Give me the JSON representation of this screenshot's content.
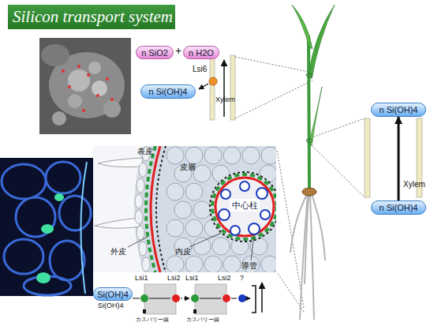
{
  "diagram": {
    "title": "Silicon transport system",
    "nodes": [
      {
        "text": [
          "n SiO2"
        ]
      },
      {
        "text": [
          "n H2O"
        ]
      },
      {
        "text": [
          "n Si(OH)4"
        ]
      },
      {
        "text": [
          "n Si(OH)4"
        ]
      },
      {
        "text": [
          "中心柱"
        ]
      },
      {
        "text": [
          "n Si(OH)4"
        ]
      },
      {
        "text": [
          "Si(OH)4"
        ]
      }
    ],
    "edges": [
      {
        "from": 5,
        "to": 3,
        "arrow": "to",
        "label": "Xylem"
      }
    ],
    "labels": [
      "+",
      "Lsi6",
      "Xylem",
      "表皮",
      "皮層",
      "外皮",
      "内皮",
      "導管",
      "Si(OH)4",
      "Lsi1",
      "Lsi2",
      "Lsi1",
      "Lsi2",
      "?",
      "カスパリー線",
      "カスパリー線"
    ]
  }
}
